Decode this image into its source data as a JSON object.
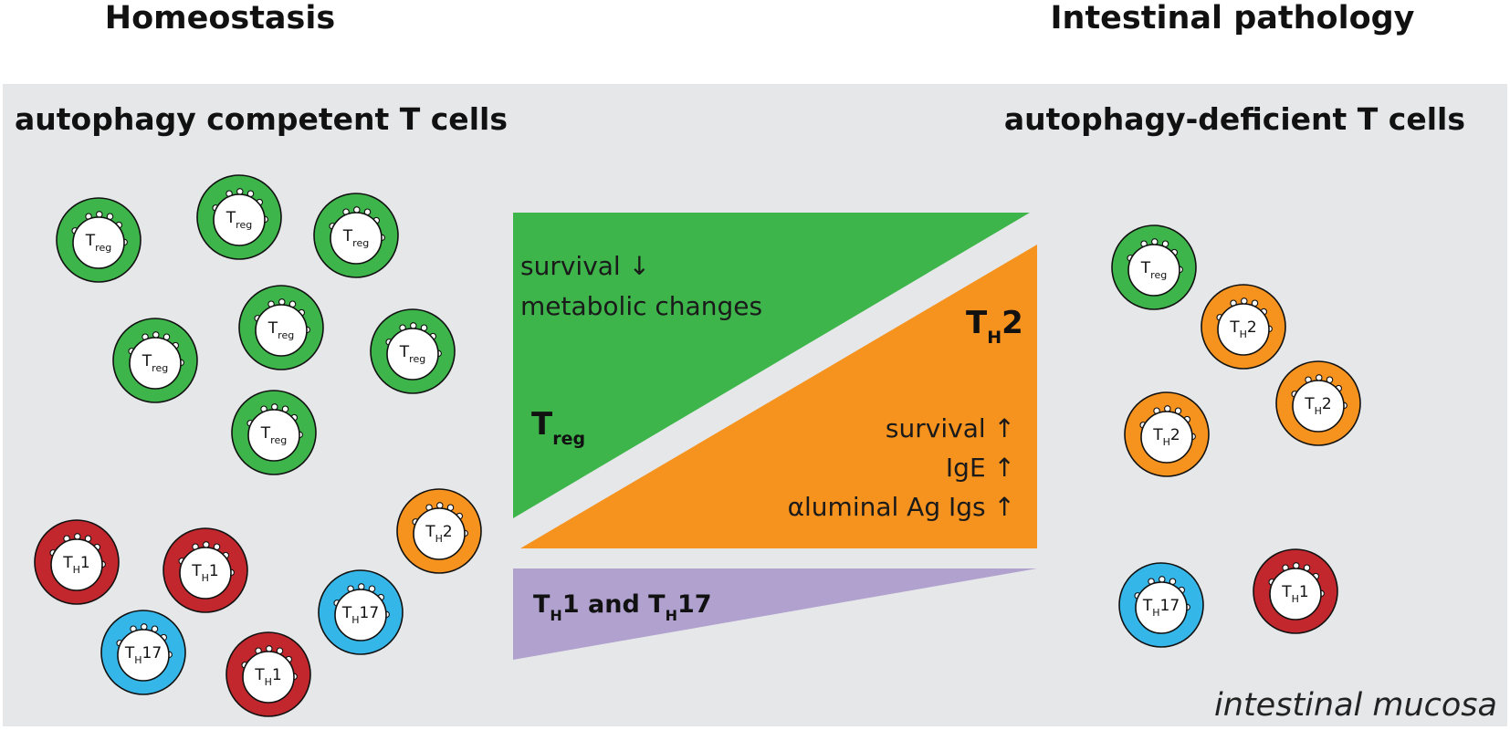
{
  "headers": {
    "left": "Homeostasis",
    "right": "Intestinal pathology"
  },
  "panel": {
    "left_title": "autophagy competent T cells",
    "right_title": "autophagy-deficient T cells",
    "region_label": "intestinal mucosa"
  },
  "colors": {
    "panel_bg": "#e6e7e8",
    "treg": "#3db54a",
    "th2": "#f6921e",
    "th1_th17_wedge": "#b0a1cf",
    "th1": "#c1272d",
    "th17": "#35b6e9"
  },
  "cell_labels": {
    "treg": {
      "main": "T",
      "sub": "reg",
      "tail": ""
    },
    "th1": {
      "main": "T",
      "sub": "H",
      "tail": "1"
    },
    "th2": {
      "main": "T",
      "sub": "H",
      "tail": "2"
    },
    "th17": {
      "main": "T",
      "sub": "H",
      "tail": "17"
    }
  },
  "homeostasis_cells": [
    {
      "type": "treg"
    },
    {
      "type": "treg"
    },
    {
      "type": "treg"
    },
    {
      "type": "treg"
    },
    {
      "type": "treg"
    },
    {
      "type": "treg"
    },
    {
      "type": "treg"
    },
    {
      "type": "th1"
    },
    {
      "type": "th1"
    },
    {
      "type": "th1"
    },
    {
      "type": "th2"
    },
    {
      "type": "th17"
    },
    {
      "type": "th17"
    }
  ],
  "pathology_cells": [
    {
      "type": "treg"
    },
    {
      "type": "th2"
    },
    {
      "type": "th2"
    },
    {
      "type": "th2"
    },
    {
      "type": "th17"
    },
    {
      "type": "th1"
    }
  ],
  "wedges": {
    "treg": {
      "effect_1": "survival ↓",
      "effect_2": "metabolic changes",
      "label_main": "T",
      "label_sub": "reg"
    },
    "th2": {
      "label_main": "T",
      "label_sub": "H",
      "label_tail": "2",
      "effect_1": "survival ↑",
      "effect_2": "IgE ↑",
      "effect_3": "αluminal Ag Igs ↑"
    },
    "th1_th17": {
      "part1_main": "T",
      "part1_sub": "H",
      "part1_tail": "1 and ",
      "part2_main": "T",
      "part2_sub": "H",
      "part2_tail": "17"
    }
  }
}
